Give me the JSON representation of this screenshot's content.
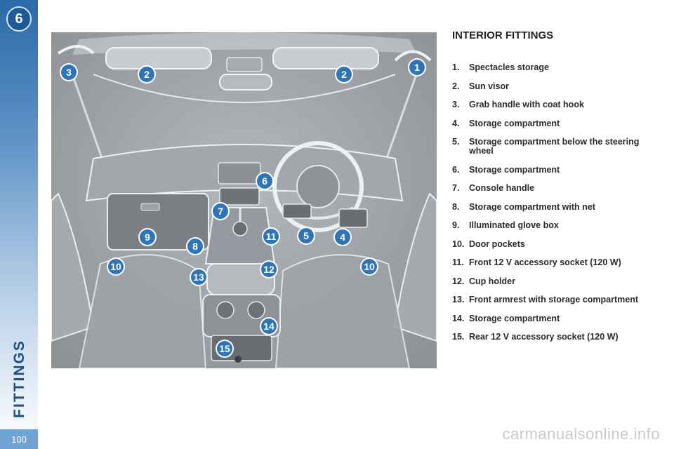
{
  "chapter": {
    "number": "6",
    "label": "FITTINGS"
  },
  "page_number": "100",
  "heading": "INTERIOR FITTINGS",
  "legend": [
    {
      "num": "1.",
      "text": "Spectacles storage"
    },
    {
      "num": "2.",
      "text": "Sun visor"
    },
    {
      "num": "3.",
      "text": "Grab handle with coat hook"
    },
    {
      "num": "4.",
      "text": "Storage compartment"
    },
    {
      "num": "5.",
      "text": "Storage compartment below the steering wheel"
    },
    {
      "num": "6.",
      "text": "Storage compartment"
    },
    {
      "num": "7.",
      "text": "Console handle"
    },
    {
      "num": "8.",
      "text": "Storage compartment with net"
    },
    {
      "num": "9.",
      "text": "Illuminated glove box"
    },
    {
      "num": "10.",
      "text": "Door pockets"
    },
    {
      "num": "11.",
      "text": "Front 12 V accessory socket (120 W)"
    },
    {
      "num": "12.",
      "text": "Cup holder"
    },
    {
      "num": "13.",
      "text": "Front armrest with storage compartment"
    },
    {
      "num": "14.",
      "text": "Storage compartment"
    },
    {
      "num": "15.",
      "text": "Rear 12 V accessory socket (120 W)"
    }
  ],
  "markers": [
    "1",
    "2",
    "2",
    "3",
    "4",
    "5",
    "6",
    "7",
    "8",
    "9",
    "10",
    "10",
    "11",
    "12",
    "13",
    "14",
    "15"
  ],
  "watermark": "carmanualsonline.info",
  "colors": {
    "brand_blue": "#2f74b5",
    "sidebar_blue": "#2a6aa8"
  }
}
